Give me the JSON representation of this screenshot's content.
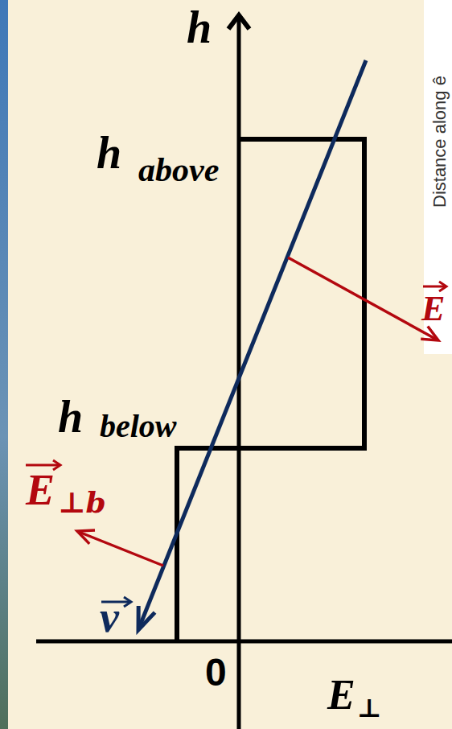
{
  "diagram": {
    "labels": [
      "h",
      "h",
      "above",
      "h",
      "below",
      "E",
      "⊥b",
      "v",
      "0",
      "E",
      "⊥",
      "Distance along ê",
      "E"
    ]
  }
}
